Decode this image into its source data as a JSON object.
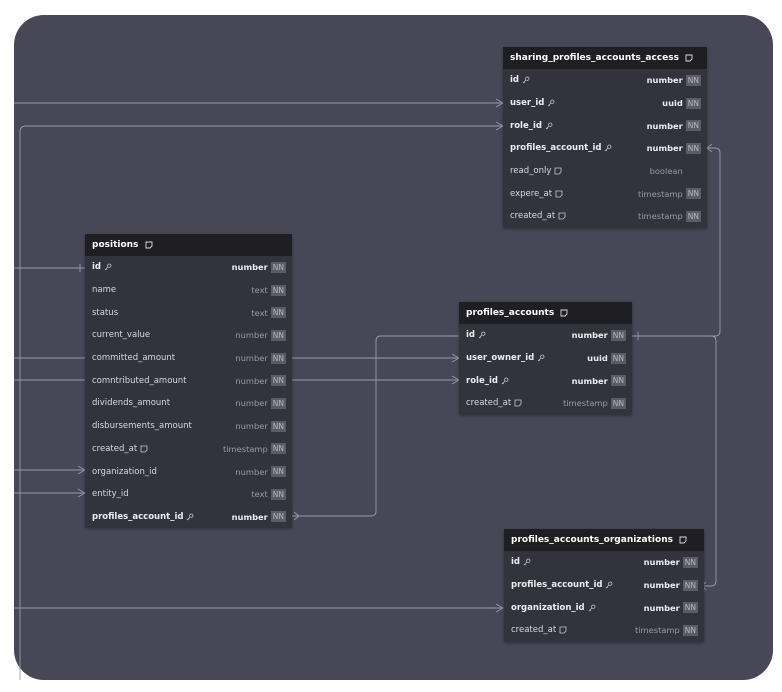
{
  "colors": {
    "canvas": "#474757",
    "table_body": "#33333d",
    "table_header": "#1f1f23",
    "wire": "#9a9aa6"
  },
  "tables": {
    "sharing": {
      "name": "sharing_profiles_accounts_access",
      "fields": [
        {
          "name": "id",
          "type": "number",
          "nn": "NN",
          "pk": true,
          "icon": "key-icon"
        },
        {
          "name": "user_id",
          "type": "uuid",
          "nn": "NN",
          "pk": true,
          "icon": "key-icon"
        },
        {
          "name": "role_id",
          "type": "number",
          "nn": "NN",
          "pk": true,
          "icon": "key-icon"
        },
        {
          "name": "profiles_account_id",
          "type": "number",
          "nn": "NN",
          "pk": true,
          "icon": "key-icon"
        },
        {
          "name": "read_only",
          "type": "boolean",
          "nn": "",
          "pk": false,
          "icon": "note-icon"
        },
        {
          "name": "expere_at",
          "type": "timestamp",
          "nn": "NN",
          "pk": false,
          "icon": "note-icon"
        },
        {
          "name": "created_at",
          "type": "timestamp",
          "nn": "NN",
          "pk": false,
          "icon": "note-icon"
        }
      ]
    },
    "positions": {
      "name": "positions",
      "fields": [
        {
          "name": "id",
          "type": "number",
          "nn": "NN",
          "pk": true,
          "icon": "key-icon"
        },
        {
          "name": "name",
          "type": "text",
          "nn": "NN",
          "pk": false,
          "icon": ""
        },
        {
          "name": "status",
          "type": "text",
          "nn": "NN",
          "pk": false,
          "icon": ""
        },
        {
          "name": "current_value",
          "type": "number",
          "nn": "NN",
          "pk": false,
          "icon": ""
        },
        {
          "name": "committed_amount",
          "type": "number",
          "nn": "NN",
          "pk": false,
          "icon": ""
        },
        {
          "name": "comntributed_amount",
          "type": "number",
          "nn": "NN",
          "pk": false,
          "icon": ""
        },
        {
          "name": "dividends_amount",
          "type": "number",
          "nn": "NN",
          "pk": false,
          "icon": ""
        },
        {
          "name": "disbursements_amount",
          "type": "number",
          "nn": "NN",
          "pk": false,
          "icon": ""
        },
        {
          "name": "created_at",
          "type": "timestamp",
          "nn": "NN",
          "pk": false,
          "icon": "note-icon"
        },
        {
          "name": "organization_id",
          "type": "number",
          "nn": "NN",
          "pk": false,
          "icon": ""
        },
        {
          "name": "entity_id",
          "type": "text",
          "nn": "NN",
          "pk": false,
          "icon": ""
        },
        {
          "name": "profiles_account_id",
          "type": "number",
          "nn": "NN",
          "pk": true,
          "icon": "key-icon"
        }
      ]
    },
    "profiles": {
      "name": "profiles_accounts",
      "fields": [
        {
          "name": "id",
          "type": "number",
          "nn": "NN",
          "pk": true,
          "icon": "key-icon"
        },
        {
          "name": "user_owner_id",
          "type": "uuid",
          "nn": "NN",
          "pk": true,
          "icon": "key-icon"
        },
        {
          "name": "role_id",
          "type": "number",
          "nn": "NN",
          "pk": true,
          "icon": "key-icon"
        },
        {
          "name": "created_at",
          "type": "timestamp",
          "nn": "NN",
          "pk": false,
          "icon": "note-icon"
        }
      ]
    },
    "orgs": {
      "name": "profiles_accounts_organizations",
      "fields": [
        {
          "name": "id",
          "type": "number",
          "nn": "NN",
          "pk": true,
          "icon": "key-icon"
        },
        {
          "name": "profiles_account_id",
          "type": "number",
          "nn": "NN",
          "pk": true,
          "icon": "key-icon"
        },
        {
          "name": "organization_id",
          "type": "number",
          "nn": "NN",
          "pk": true,
          "icon": "key-icon"
        },
        {
          "name": "created_at",
          "type": "timestamp",
          "nn": "NN",
          "pk": false,
          "icon": "note-icon"
        }
      ]
    }
  }
}
